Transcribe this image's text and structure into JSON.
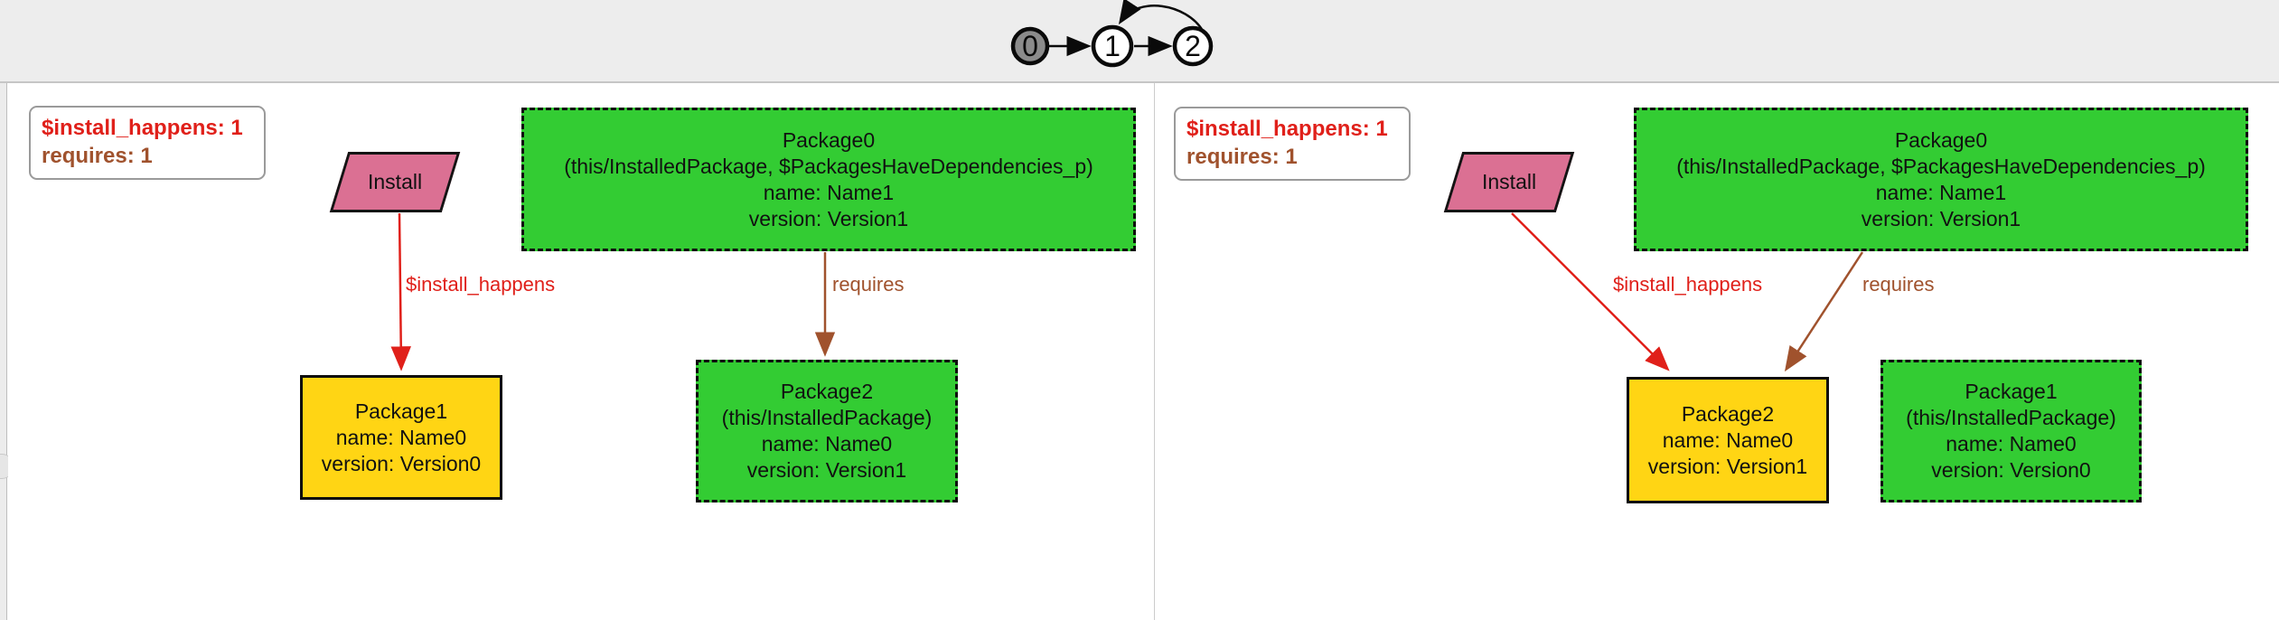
{
  "trace": {
    "states": [
      {
        "label": "0"
      },
      {
        "label": "1"
      },
      {
        "label": "2"
      }
    ]
  },
  "colors": {
    "installed_green": "#33CC33",
    "highlight_yellow": "#FFD514",
    "event_pink": "#DB7093",
    "install_happens_red": "#E0201A",
    "requires_brown": "#A0522D",
    "trace_current_gray": "#8B8B8B"
  },
  "panels": [
    {
      "legend": {
        "items": [
          {
            "label": "$install_happens: 1"
          },
          {
            "label": "requires: 1"
          }
        ]
      },
      "install": {
        "label": "Install"
      },
      "package0": {
        "lines": [
          "Package0",
          "(this/InstalledPackage, $PackagesHaveDependencies_p)",
          "name: Name1",
          "version: Version1"
        ]
      },
      "edges": {
        "install_happens": {
          "label": "$install_happens"
        },
        "requires": {
          "label": "requires"
        }
      },
      "package1": {
        "lines": [
          "Package1",
          "name: Name0",
          "version: Version0"
        ]
      },
      "package2": {
        "lines": [
          "Package2",
          "(this/InstalledPackage)",
          "name: Name0",
          "version: Version1"
        ]
      }
    },
    {
      "legend": {
        "items": [
          {
            "label": "$install_happens: 1"
          },
          {
            "label": "requires: 1"
          }
        ]
      },
      "install": {
        "label": "Install"
      },
      "package0": {
        "lines": [
          "Package0",
          "(this/InstalledPackage, $PackagesHaveDependencies_p)",
          "name: Name1",
          "version: Version1"
        ]
      },
      "edges": {
        "install_happens": {
          "label": "$install_happens"
        },
        "requires": {
          "label": "requires"
        }
      },
      "package2": {
        "lines": [
          "Package2",
          "name: Name0",
          "version: Version1"
        ]
      },
      "package1": {
        "lines": [
          "Package1",
          "(this/InstalledPackage)",
          "name: Name0",
          "version: Version0"
        ]
      }
    }
  ]
}
